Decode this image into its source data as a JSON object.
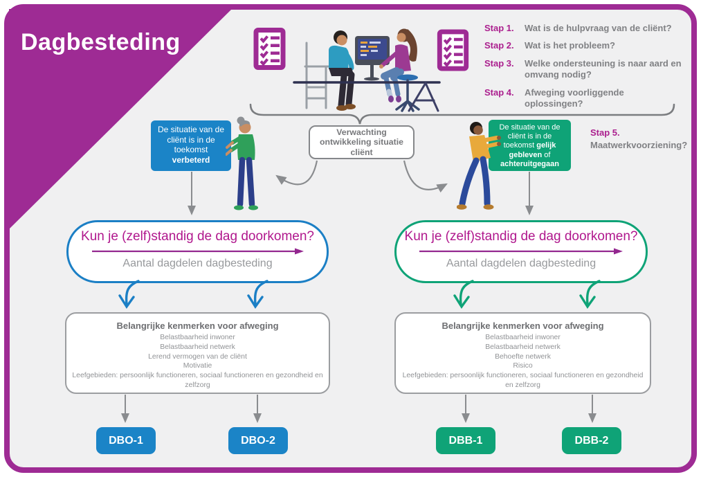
{
  "title": "Dagbesteding",
  "colors": {
    "purple_frame": "#9e2b94",
    "magenta_text": "#b0178d",
    "step_label_purple": "#ab1f8e",
    "blue": "#1b84c7",
    "green": "#0fa377",
    "gray_text": "#808184",
    "background": "#f0f0f1"
  },
  "icons": {
    "checklist_left": "checklist-icon",
    "checklist_right": "checklist-icon",
    "brace": "curly-brace",
    "people_scene": "client-consult-illustration",
    "woman": "standing-woman-illustration",
    "man": "standing-man-illustration"
  },
  "steps": {
    "items": [
      {
        "label": "Stap 1.",
        "text": "Wat is de hulpvraag van de cliënt?"
      },
      {
        "label": "Stap 2.",
        "text": "Wat is het probleem?"
      },
      {
        "label": "Stap 3.",
        "text": "Welke ondersteuning is naar aard en omvang nodig?"
      },
      {
        "label": "Stap 4.",
        "text": "Afweging voorliggende oplossingen?"
      }
    ],
    "step5": {
      "label": "Stap 5.",
      "text": "Maatwerkvoorziening?"
    }
  },
  "expectation_box": {
    "text": "Verwachting ontwikkeling situatie cliënt"
  },
  "left_branch": {
    "situation": {
      "normal": "De situatie van de cliënt is in de toekomst ",
      "bold": "verbeterd"
    },
    "question": "Kun je (zelf)standig de dag doorkomen?",
    "scale_label": "Aantal dagdelen dagbesteding",
    "kenmerken_title": "Belangrijke kenmerken voor afweging",
    "kenmerken": [
      "Belastbaarheid inwoner",
      "Belastbaarheid netwerk",
      "Lerend vermogen van de cliënt",
      "Motivatie",
      "Leefgebieden: persoonlijk functioneren, sociaal functioneren en gezondheid en zelfzorg"
    ],
    "outcome1": "DBO-1",
    "outcome2": "DBO-2"
  },
  "right_branch": {
    "situation": {
      "normal1": "De situatie van de cliënt is in de toekomst ",
      "bold1": "gelijk gebleven",
      "normal2": " of ",
      "bold2": "achteruitgegaan"
    },
    "question": "Kun je (zelf)standig de dag doorkomen?",
    "scale_label": "Aantal dagdelen dagbesteding",
    "kenmerken_title": "Belangrijke kenmerken voor afweging",
    "kenmerken": [
      "Belastbaarheid inwoner",
      "Belastbaarheid netwerk",
      "Behoefte netwerk",
      "Risico",
      "Leefgebieden: persoonlijk functioneren, sociaal functioneren en gezondheid en zelfzorg"
    ],
    "outcome1": "DBB-1",
    "outcome2": "DBB-2"
  }
}
